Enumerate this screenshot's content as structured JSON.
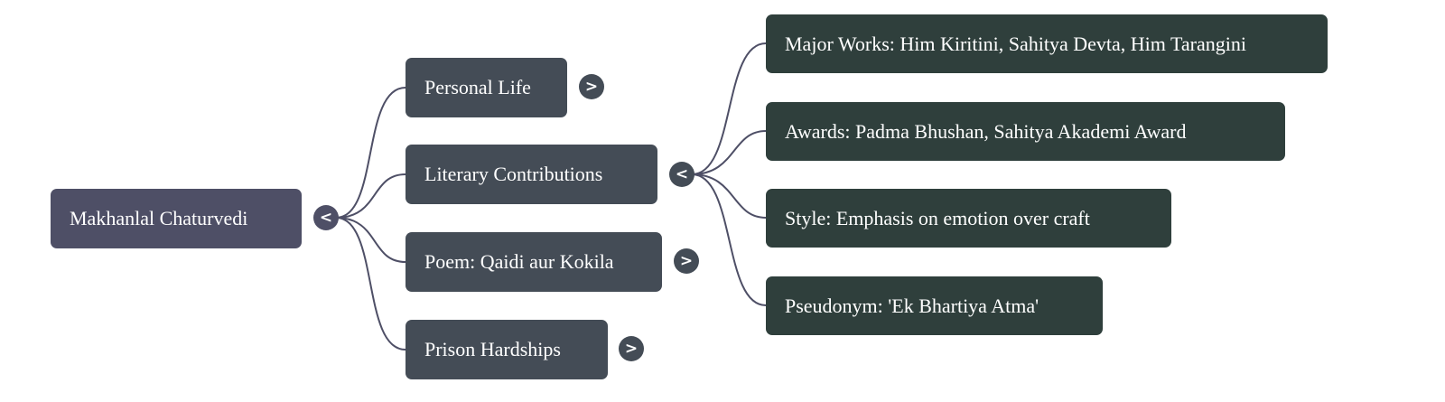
{
  "root": {
    "label": "Makhanlal Chaturvedi",
    "toggle": "<"
  },
  "branches": [
    {
      "label": "Personal Life",
      "toggle": ">"
    },
    {
      "label": "Literary Contributions",
      "toggle": "<"
    },
    {
      "label": "Poem: Qaidi aur Kokila",
      "toggle": ">"
    },
    {
      "label": "Prison Hardships",
      "toggle": ">"
    }
  ],
  "literary_children": [
    {
      "label": "Major Works: Him Kiritini, Sahitya Devta, Him Tarangini"
    },
    {
      "label": "Awards: Padma Bhushan, Sahitya Akademi Award"
    },
    {
      "label": "Style: Emphasis on emotion over craft"
    },
    {
      "label": "Pseudonym: 'Ek Bhartiya Atma'"
    }
  ],
  "colors": {
    "root": "#4e4f66",
    "branch": "#444c56",
    "leaf": "#2f3f3c",
    "edge": "#4e4f66"
  }
}
